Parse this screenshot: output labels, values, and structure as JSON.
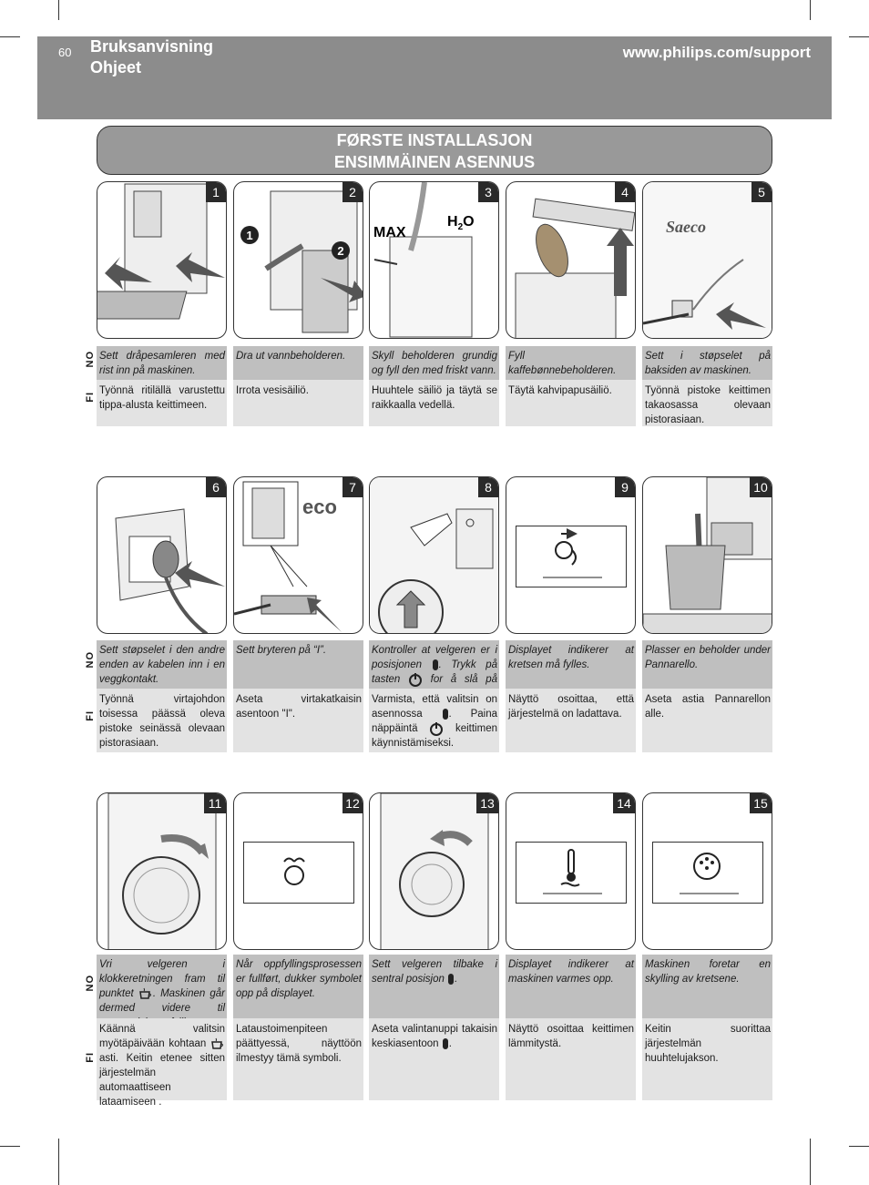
{
  "header": {
    "page_number": "60",
    "title_line1": "Bruksanvisning",
    "title_line2": "Ohjeet",
    "url": "www.philips.com/support"
  },
  "section_title": {
    "line1": "FØRSTE INSTALLASJON",
    "line2": "ENSIMMÄINEN ASENNUS"
  },
  "labels": {
    "no": "NO",
    "fi": "FI"
  },
  "illustration_text": {
    "max": "MAX",
    "h2o": "H",
    "h2o_sub": "2",
    "h2o_end": "O",
    "saeco": "Saeco",
    "eco": "eco",
    "badge1": "1",
    "badge2": "2"
  },
  "steps": [
    {
      "num": "1",
      "no": "Sett dråpesamleren med rist inn på maskinen.",
      "fi": "Työnnä ritilällä varustettu tippa-alusta keittimeen."
    },
    {
      "num": "2",
      "no": "Dra ut vannbeholderen.",
      "fi": "Irrota vesisäiliö."
    },
    {
      "num": "3",
      "no": "Skyll beholderen grundig og fyll den med friskt vann.",
      "fi": "Huuhtele säiliö ja täytä se raikkaalla vedellä."
    },
    {
      "num": "4",
      "no": "Fyll kaffebønnebeholderen.",
      "fi": "Täytä kahvipapusäiliö."
    },
    {
      "num": "5",
      "no": "Sett i støpselet på baksiden av maskinen.",
      "fi": "Työnnä pistoke keittimen takaosassa olevaan pistorasiaan."
    },
    {
      "num": "6",
      "no": "Sett støpselet i den andre enden av kabelen inn i en veggkontakt.",
      "fi": "Työnnä virtajohdon toisessa päässä oleva pistoke seinässä olevaan pistorasiaan."
    },
    {
      "num": "7",
      "no": "Sett bryteren på “I”.",
      "fi": "Aseta virtakatkaisin asentoon \"I\"."
    },
    {
      "num": "8",
      "no_a": "Kontroller at velgeren er i posisjonen",
      "no_b": ". Trykk på tasten",
      "no_c": "for å slå på maskinen.",
      "fi_a": "Varmista, että valitsin on asennossa",
      "fi_b": ". Paina näppäintä",
      "fi_c": "keittimen käynnistämiseksi."
    },
    {
      "num": "9",
      "no": "Displayet indikerer at kretsen må fylles.",
      "fi": "Näyttö osoittaa, että järjestelmä on ladattava."
    },
    {
      "num": "10",
      "no": "Plasser en beholder under Pannarello.",
      "fi": "Aseta astia Pannarellon alle."
    },
    {
      "num": "11",
      "no_a": "Vri velgeren i klokkeretningen fram til punktet",
      "no_b": ". Maskinen går dermed videre til automatisk oppfylling.",
      "fi_a": "Käännä valitsin myötäpäivään kohtaan",
      "fi_b": "asti. Keitin etenee sitten järjestelmän automaattiseen lataamiseen ."
    },
    {
      "num": "12",
      "no": "Når oppfyllingsprosessen er fullført, dukker symbolet opp på displayet.",
      "fi": "Lataustoimenpiteen päättyessä, näyttöön ilmestyy tämä symboli."
    },
    {
      "num": "13",
      "no_a": "Sett velgeren tilbake i sentral posisjon",
      "no_b": ".",
      "fi_a": "Aseta valintanuppi takaisin keskiasentoon",
      "fi_b": "."
    },
    {
      "num": "14",
      "no": "Displayet indikerer at maskinen varmes opp.",
      "fi": "Näyttö osoittaa keittimen lämmitystä."
    },
    {
      "num": "15",
      "no": "Maskinen foretar en skylling av kretsene.",
      "fi": "Keitin suorittaa järjestelmän huuhtelujakson."
    }
  ]
}
